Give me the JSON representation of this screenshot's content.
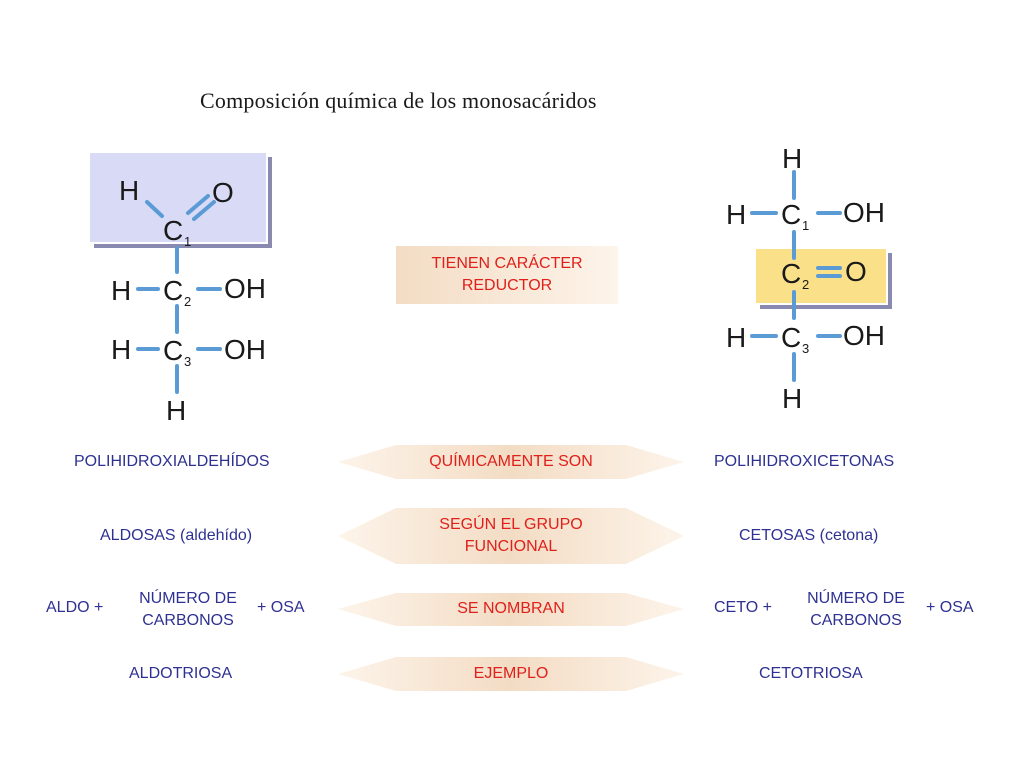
{
  "title": "Composición química de los monosacáridos",
  "colors": {
    "blue_text": "#2e3192",
    "red_text": "#e0201a",
    "bond": "#5b9bd5",
    "aldehyde_box": "#d8daf6",
    "ketone_box": "#fbe08a"
  },
  "aldose": {
    "c1": "C",
    "c1_sub": "1",
    "c2": "C",
    "c2_sub": "2",
    "c3": "C",
    "c3_sub": "3",
    "h_top": "H",
    "o_top": "O",
    "h2": "H",
    "oh2": "OH",
    "h3": "H",
    "oh3": "OH",
    "h_bottom": "H"
  },
  "ketose": {
    "h_top": "H",
    "h1": "H",
    "c1": "C",
    "c1_sub": "1",
    "oh1": "OH",
    "c2": "C",
    "c2_sub": "2",
    "o2": "O",
    "h3": "H",
    "c3": "C",
    "c3_sub": "3",
    "oh3": "OH",
    "h_bottom": "H"
  },
  "reductor_label": "TIENEN CARÁCTER\nREDUCTOR",
  "rows": [
    {
      "left": "POLIHIDROXIALDEHÍDOS",
      "middle": "QUÍMICAMENTE SON",
      "right": "POLIHIDROXICETONAS"
    },
    {
      "left": "ALDOSAS (aldehído)",
      "middle": "SEGÚN EL GRUPO\nFUNCIONAL",
      "right": "CETOSAS (cetona)"
    },
    {
      "middle": "SE NOMBRAN"
    },
    {
      "left": "ALDOTRIOSA",
      "middle": "EJEMPLO",
      "right": "CETOTRIOSA"
    }
  ],
  "naming": {
    "left_prefix": "ALDO +",
    "left_center": "NÚMERO DE\nCARBONOS",
    "left_suffix": "+ OSA",
    "right_prefix": "CETO +",
    "right_center": "NÚMERO DE\nCARBONOS",
    "right_suffix": "+ OSA"
  }
}
